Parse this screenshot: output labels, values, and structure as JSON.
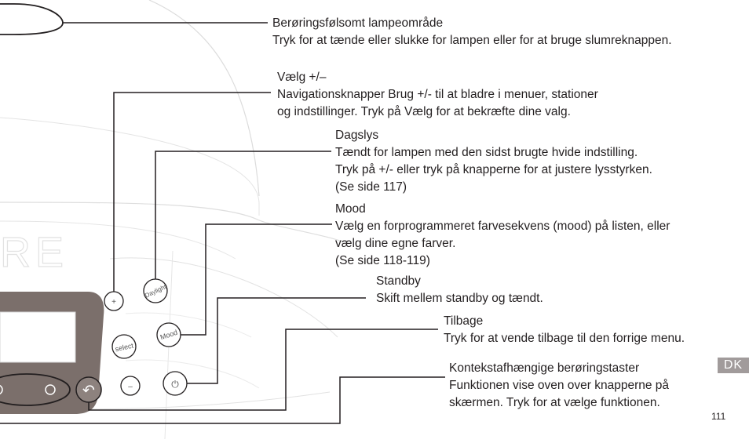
{
  "callouts": {
    "lamp": {
      "title": "Berøringsfølsomt lampeområde",
      "body": "Tryk for at tænde eller slukke for lampen eller for at bruge slumreknappen."
    },
    "select": {
      "title": "Vælg +/–",
      "line1": "Navigationsknapper Brug +/- til at bladre i menuer, stationer",
      "line2": "og indstillinger. Tryk på Vælg for at bekræfte dine valg."
    },
    "daylight": {
      "title": "Dagslys",
      "line1": "Tændt for lampen med den sidst brugte hvide indstilling.",
      "line2": "Tryk på +/- eller tryk på knapperne for at justere lysstyrken.",
      "line3": "(Se side 117)"
    },
    "mood": {
      "title": "Mood",
      "line1": "Vælg en forprogrammeret farvesekvens (mood) på listen, eller",
      "line2": "vælg dine egne farver.",
      "line3": "(Se side 118-119)"
    },
    "standby": {
      "title": "Standby",
      "body": "Skift mellem standby og tændt."
    },
    "back": {
      "title": "Tilbage",
      "body": "Tryk for at vende tilbage til den forrige menu."
    },
    "context": {
      "title": "Kontekstafhængige berøringstaster",
      "line1": "Funktionen vise oven over knapperne på",
      "line2": "skærmen. Tryk for at vælge funktionen."
    }
  },
  "device": {
    "brand_fragment": "RE",
    "plus_label": "+",
    "select_label": "select",
    "minus_label": "–",
    "daylight_label": "Daylight",
    "mood_label": "Mood",
    "power_symbol": "⏻",
    "back_symbol": "↶"
  },
  "page": {
    "language_tab": "DK",
    "number": "111"
  },
  "colors": {
    "text": "#231f20",
    "panel": "#7b6f6b",
    "outline": "#c9c9c9",
    "tab": "#a19b9b"
  }
}
